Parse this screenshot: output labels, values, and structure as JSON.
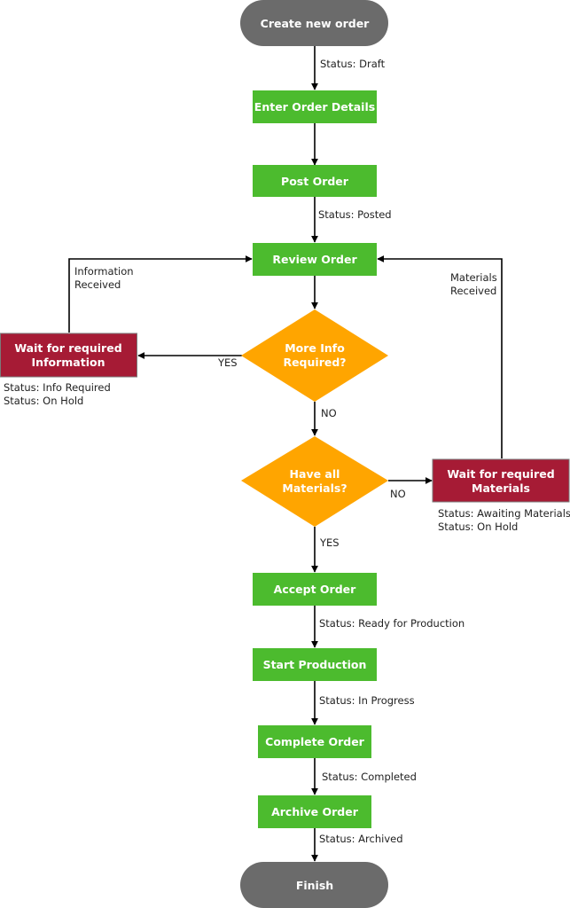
{
  "colors": {
    "terminal": "#6b6b6b",
    "process": "#4cbb2e",
    "decision": "#ffa500",
    "wait": "#a61b35",
    "wait_border": "#7a7a7a",
    "line": "#000000"
  },
  "nodes": {
    "start": "Create new order",
    "enter_details": "Enter Order Details",
    "post_order": "Post Order",
    "review_order": "Review Order",
    "more_info": {
      "line1": "More Info",
      "line2": "Required?"
    },
    "wait_info": {
      "line1": "Wait for required",
      "line2": "Information"
    },
    "have_materials": {
      "line1": "Have all",
      "line2": "Materials?"
    },
    "wait_materials": {
      "line1": "Wait for required",
      "line2": "Materials"
    },
    "accept_order": "Accept Order",
    "start_production": "Start Production",
    "complete_order": "Complete Order",
    "archive_order": "Archive Order",
    "finish": "Finish"
  },
  "edges": {
    "status_draft": "Status: Draft",
    "status_posted": "Status: Posted",
    "info_received": {
      "line1": "Information",
      "line2": "Received"
    },
    "materials_received": {
      "line1": "Materials",
      "line2": "Received"
    },
    "yes_info": "YES",
    "no_info": "NO",
    "no_materials": "NO",
    "yes_materials": "YES",
    "status_info_required": "Status: Info Required",
    "status_on_hold_info": "Status: On Hold",
    "status_awaiting_materials": "Status: Awaiting Materials",
    "status_on_hold_materials": "Status: On Hold",
    "status_ready": "Status: Ready for Production",
    "status_in_progress": "Status: In Progress",
    "status_completed": "Status: Completed",
    "status_archived": "Status: Archived"
  }
}
